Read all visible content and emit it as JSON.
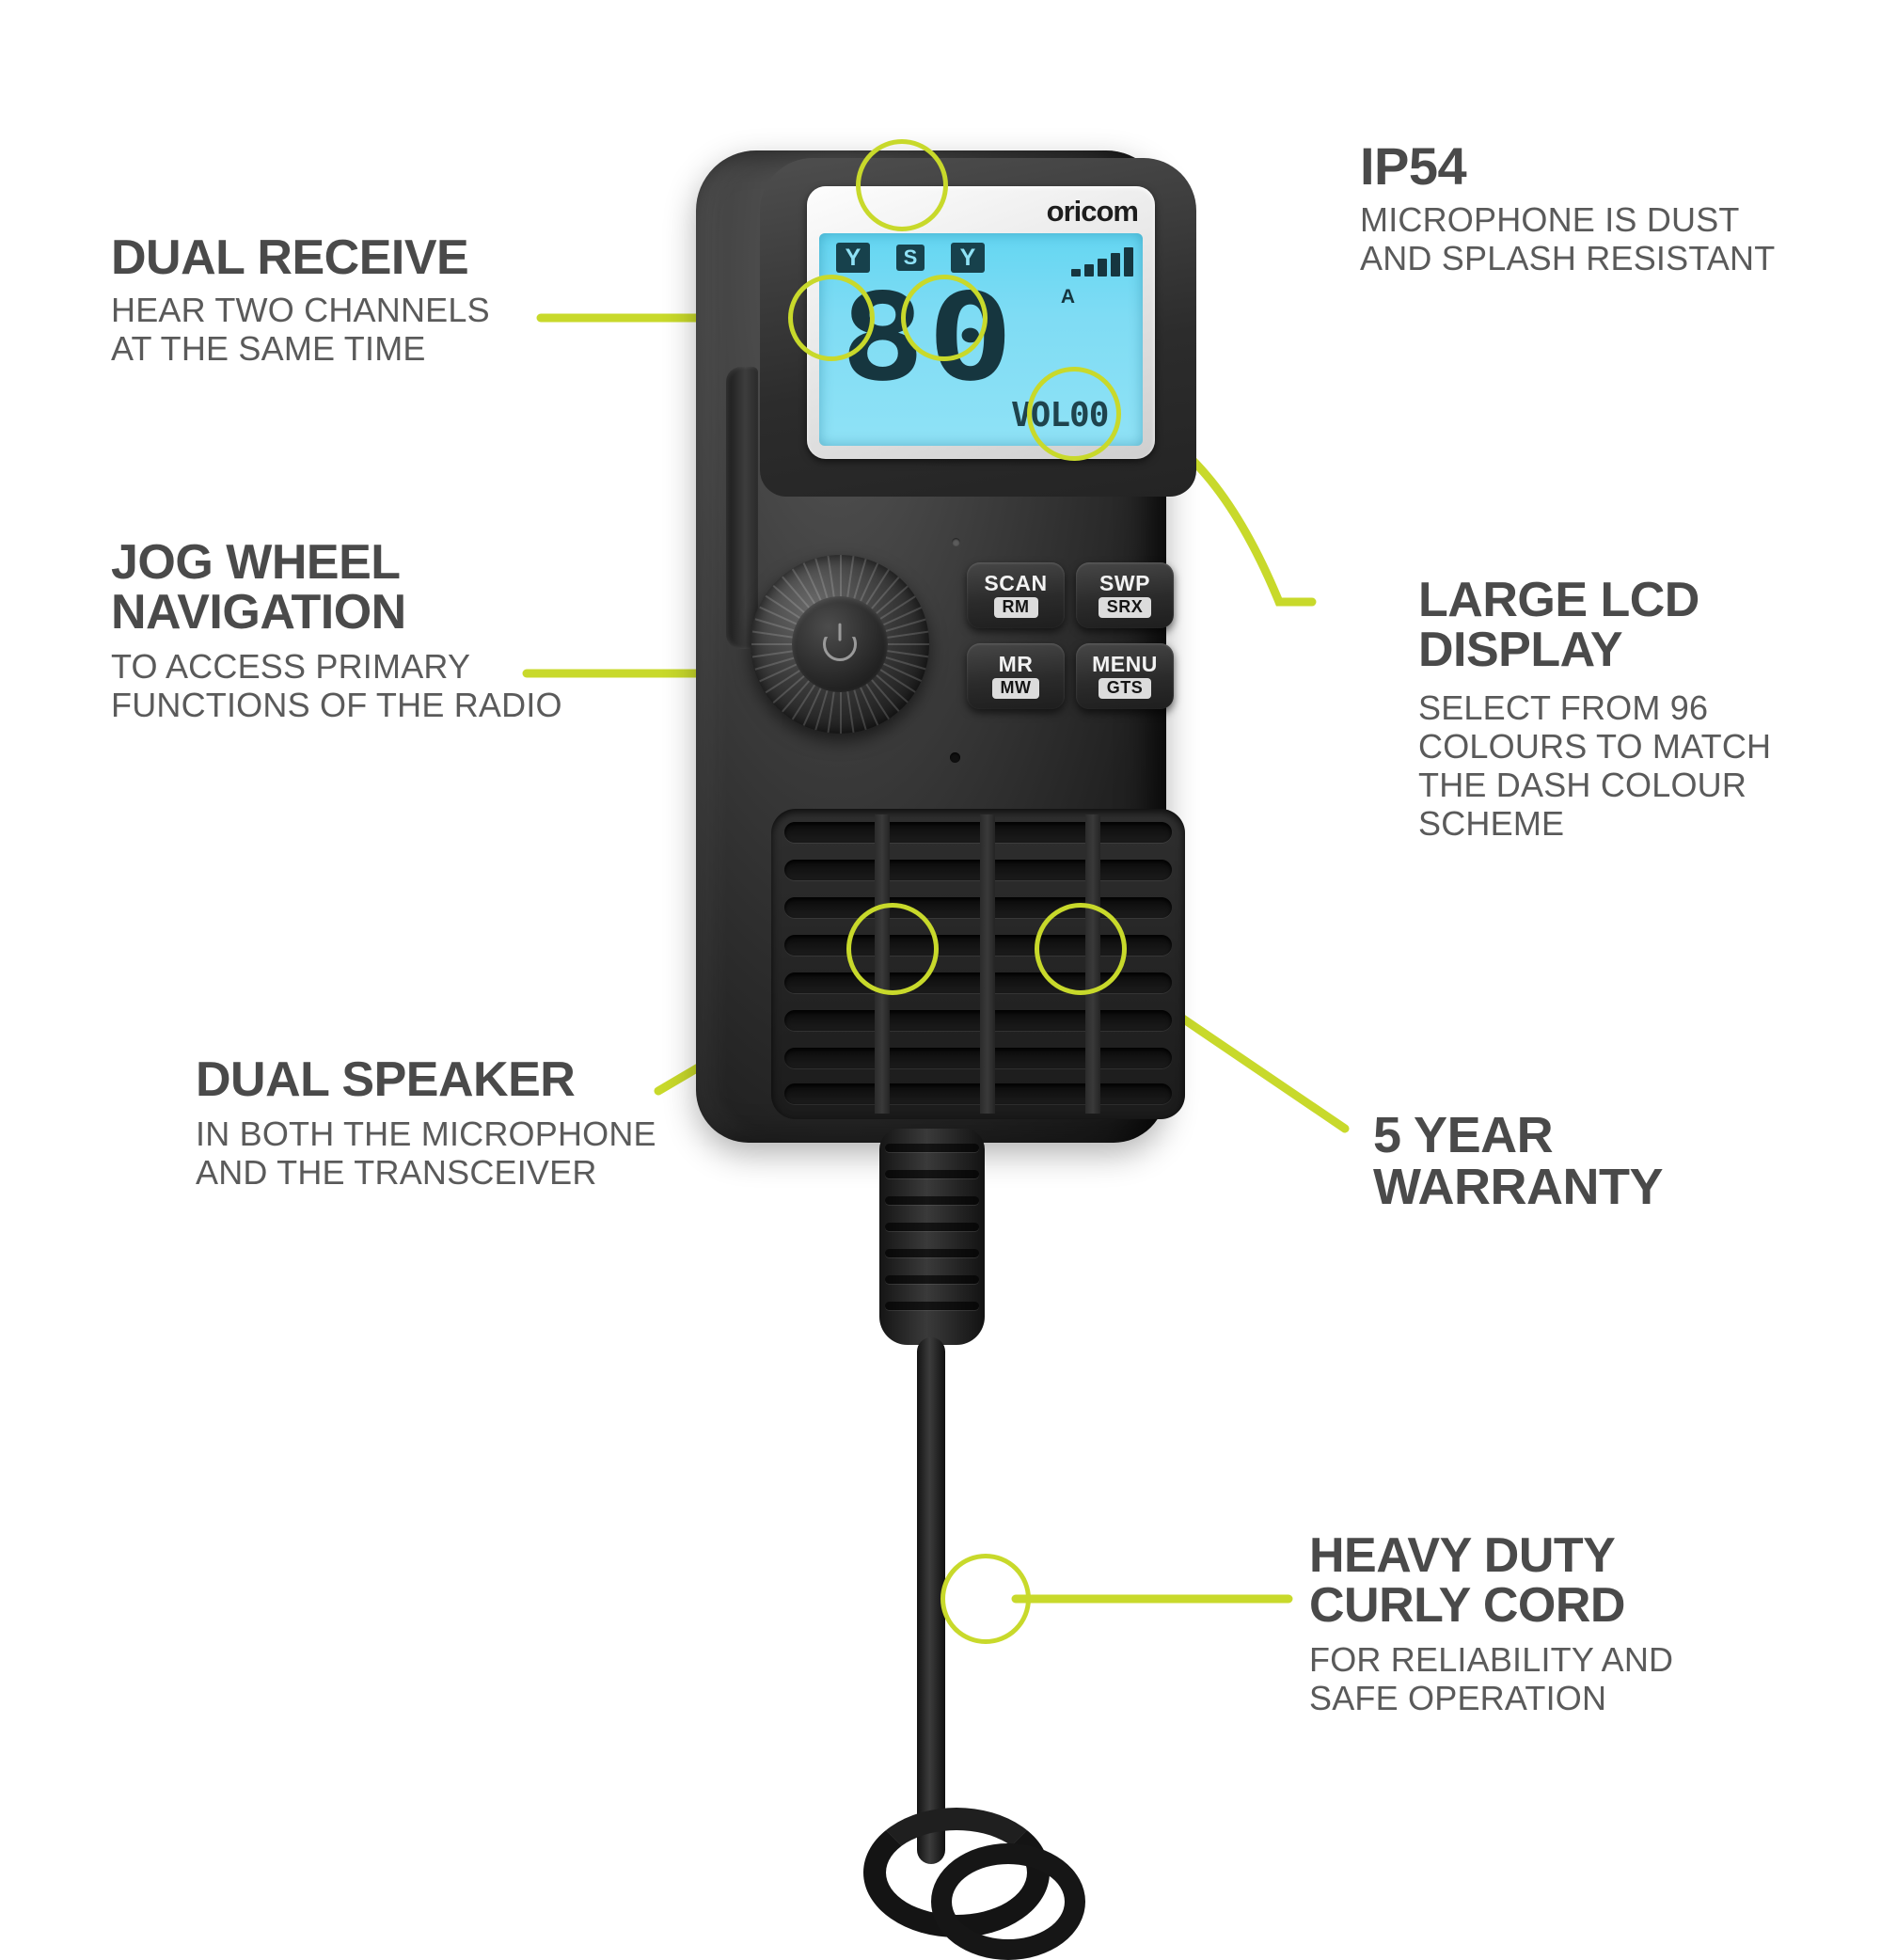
{
  "theme": {
    "accent": "#c8d92b",
    "title_color": "#4a4a4a",
    "desc_color": "#5a5a5a",
    "background": "#ffffff",
    "lcd_background": "#7fdcf4",
    "lcd_segment": "#16363f"
  },
  "product": {
    "brand": "oricom",
    "type": "UHF CB handheld speaker microphone"
  },
  "callouts": [
    {
      "id": "dual-receive",
      "title": "DUAL RECEIVE",
      "description": "HEAR TWO CHANNELS\nAT THE SAME TIME",
      "align": "left"
    },
    {
      "id": "ip54",
      "title": "IP54",
      "description": "MICROPHONE IS DUST\nAND SPLASH RESISTANT",
      "align": "left"
    },
    {
      "id": "jog-wheel",
      "title": "JOG WHEEL\nNAVIGATION",
      "description": "TO ACCESS PRIMARY\nFUNCTIONS OF THE RADIO",
      "align": "left"
    },
    {
      "id": "large-lcd",
      "title": "LARGE LCD\nDISPLAY",
      "description": "SELECT FROM 96\nCOLOURS TO MATCH\nTHE DASH COLOUR\nSCHEME",
      "align": "left"
    },
    {
      "id": "dual-speaker",
      "title": "DUAL SPEAKER",
      "description": "IN BOTH THE MICROPHONE\nAND THE TRANSCEIVER",
      "align": "left"
    },
    {
      "id": "warranty",
      "title": "5 YEAR\nWARRANTY",
      "description": "",
      "align": "left"
    },
    {
      "id": "curly-cord",
      "title": "HEAVY DUTY\nCURLY CORD",
      "description": "FOR RELIABILITY AND\nSAFE OPERATION",
      "align": "left"
    }
  ],
  "lcd": {
    "channel": "80",
    "vol_label": "VOL",
    "vol_value": "00",
    "band_label": "A",
    "signal_bars": 5,
    "icons": [
      {
        "name": "antenna-left",
        "glyph": "Y"
      },
      {
        "name": "scan-s",
        "glyph": "S"
      },
      {
        "name": "antenna-right",
        "glyph": "Y"
      }
    ]
  },
  "keypad": [
    {
      "name": "scan",
      "main": "SCAN",
      "sub": "RM"
    },
    {
      "name": "swp",
      "main": "SWP",
      "sub": "SRX"
    },
    {
      "name": "mr",
      "main": "MR",
      "sub": "MW"
    },
    {
      "name": "menu",
      "main": "MENU",
      "sub": "GTS"
    }
  ]
}
